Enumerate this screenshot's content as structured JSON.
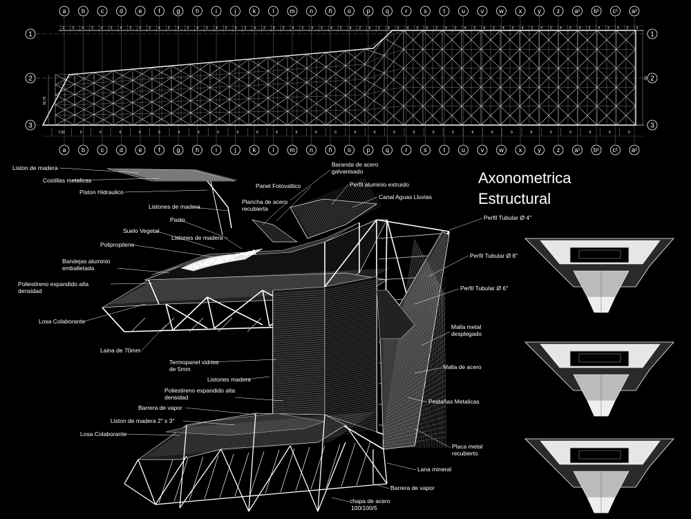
{
  "title": {
    "line1": "Axonometrica",
    "line2": "Estructural"
  },
  "grid_columns": [
    "a",
    "b",
    "c",
    "d",
    "e",
    "f",
    "g",
    "h",
    "i",
    "j",
    "k",
    "l",
    "m",
    "n",
    "ñ",
    "o",
    "p",
    "q",
    "r",
    "s",
    "t",
    "u",
    "v",
    "w",
    "x",
    "y",
    "z",
    "a¹",
    "b¹",
    "c¹",
    "a²"
  ],
  "grid_rows": [
    "1",
    "2",
    "3"
  ],
  "dimensions": {
    "top_spacing": [
      "2",
      "2",
      "4",
      "2",
      "4",
      "2",
      "4",
      "2",
      "4",
      "2",
      "4",
      "2",
      "4",
      "2",
      "4",
      "2",
      "4",
      "2",
      "4",
      "2",
      "4",
      "2",
      "4",
      "2",
      "4",
      "2",
      "4",
      "2",
      "4",
      "2",
      "4",
      "2",
      "4",
      "2",
      "4",
      "2",
      "4",
      "2",
      "4",
      "2",
      "4",
      "2",
      "4",
      "2",
      "4",
      "2",
      "4",
      "2",
      "4",
      "2",
      "4",
      "2",
      "4",
      "2",
      "4",
      "2",
      "4",
      "2",
      "4",
      "2",
      "2"
    ],
    "bottom_spacing": [
      "7,92",
      "5",
      "6",
      "6",
      "6",
      "5",
      "6",
      "6",
      "5",
      "6",
      "6",
      "5",
      "6",
      "6",
      "5",
      "6",
      "6",
      "5",
      "6",
      "6",
      "5",
      "6",
      "6",
      "5",
      "6",
      "6",
      "5",
      "6",
      "6",
      "5"
    ],
    "left_height": "16,70",
    "right_height": "50"
  },
  "labels_left": [
    "Liston de madera",
    "Costillas metalicas",
    "Piston Hidraulico",
    "Listones de madera",
    "Pasto",
    "Suelo Vegetal",
    "Listones de madera",
    "Polipropileno",
    "Bandejas aluminio",
    "emballetada",
    "Poliestireno expandido alta",
    "densidad",
    "Losa Colaborante",
    "Laina de 70mm",
    "Termopanel vidrios",
    "de 5mm",
    "Listones madera",
    "Poliestireno expandido alta",
    "densidad",
    "Barrera de vapor",
    "Liston de madera 2\" x 3\"",
    "Losa Colaborante"
  ],
  "labels_top": [
    "Baranda de acero",
    "galvanisado",
    "Panel Fotovaltico",
    "Perfil aluminio extruido",
    "Plancha de acero",
    "recubierta",
    "Canal Aguas Lluvias"
  ],
  "labels_right": [
    "Perfil Tubular Ø 4\"",
    "Perfil Tubular Ø 8\"",
    "Perfil Tubular Ø 6\"",
    "Malla metal",
    "desplegado",
    "Malla de acero",
    "Pestañas Metalicas",
    "Placa metal",
    "recubierto",
    "Lana mineral",
    "Barrera de vapor",
    "chapa de acero",
    "100/100/5"
  ]
}
